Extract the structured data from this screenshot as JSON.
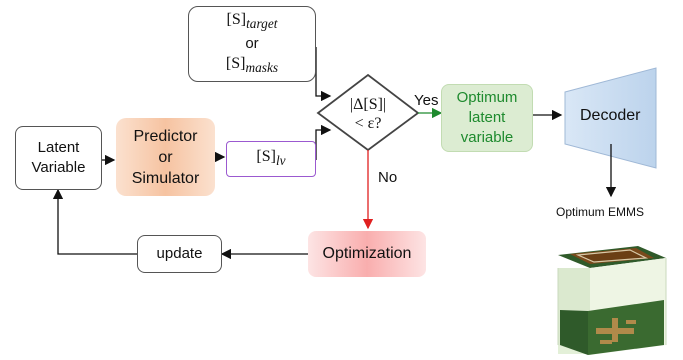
{
  "target_box": {
    "line1_base": "[S]",
    "line1_sub": "target",
    "line2": "or",
    "line3_base": "[S]",
    "line3_sub": "masks"
  },
  "decision": {
    "line1": "|Δ[S]|",
    "line2": "< ε?"
  },
  "latent_variable": {
    "line1": "Latent",
    "line2": "Variable"
  },
  "predictor": {
    "line1": "Predictor",
    "line2": "or",
    "line3": "Simulator"
  },
  "s_lv": {
    "base": "[S]",
    "sub": "lv"
  },
  "optimum_latent": {
    "line1": "Optimum",
    "line2": "latent",
    "line3": "variable"
  },
  "decoder": {
    "label": "Decoder"
  },
  "optimum_emms": {
    "label": "Optimum EMMS"
  },
  "update": {
    "label": "update"
  },
  "optimization": {
    "label": "Optimization"
  },
  "edge_labels": {
    "yes": "Yes",
    "no": "No"
  },
  "colors": {
    "predictor_fill": "#f6c7a8",
    "optimum_fill": "#dcecd2",
    "optimum_text": "#1e8a2e",
    "decoder_fill": "#cfe0f2",
    "optimization_fill": "#f9b5b5",
    "s_lv_border": "#9b59d0",
    "no_arrow": "#e02020",
    "yes_arrow": "#1e8a2e"
  }
}
